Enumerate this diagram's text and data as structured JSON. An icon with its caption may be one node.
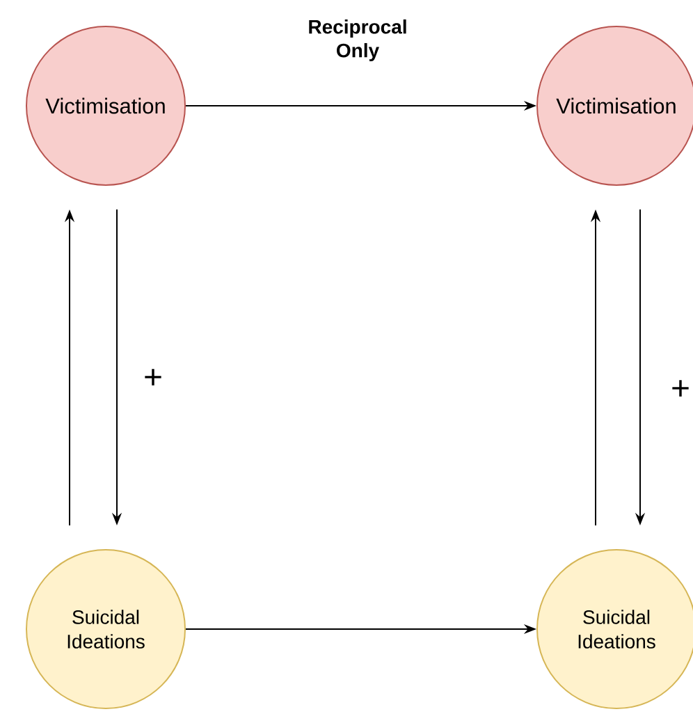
{
  "diagram": {
    "nodes": [
      {
        "text": [
          "Victimisation"
        ]
      },
      {
        "text": [
          "Victimisation"
        ]
      },
      {
        "text": [
          "Suicidal Ideations"
        ]
      },
      {
        "text": [
          "Suicidal Ideations"
        ]
      }
    ],
    "edges": [
      {
        "from": 0,
        "to": 1,
        "arrow": "to",
        "label": "Reciprocal Only"
      },
      {
        "from": 2,
        "to": 0,
        "arrow": "to"
      },
      {
        "from": 0,
        "to": 2,
        "arrow": "to",
        "label": "+"
      },
      {
        "from": 3,
        "to": 1,
        "arrow": "to"
      },
      {
        "from": 1,
        "to": 3,
        "arrow": "to",
        "label": "+"
      },
      {
        "from": 2,
        "to": 3,
        "arrow": "to"
      }
    ]
  }
}
